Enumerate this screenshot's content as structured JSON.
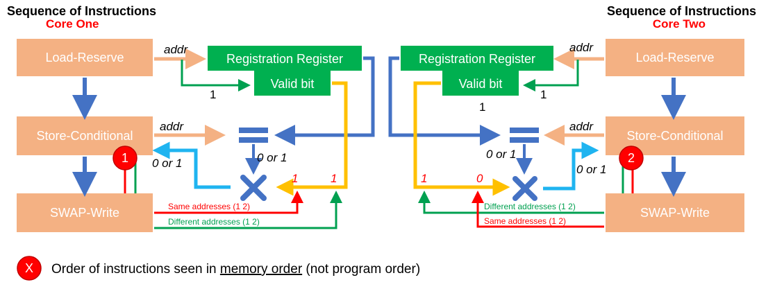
{
  "core_one": {
    "heading": "Sequence of Instructions",
    "core_label": "Core One",
    "load_reserve": "Load-Reserve",
    "store_conditional": "Store-Conditional",
    "swap_write": "SWAP-Write",
    "registration_register": "Registration Register",
    "valid_bit": "Valid bit",
    "addr_top": "addr",
    "addr_mid": "addr",
    "one_label": "1",
    "zero_or_one_a": "0 or 1",
    "zero_or_one_b": "0 or 1",
    "red_in": "1",
    "yellow_in": "1",
    "order_badge": "1",
    "same_addresses": "Same addresses (1 2)",
    "different_addresses": "Different addresses (1 2)"
  },
  "core_two": {
    "heading": "Sequence of Instructions",
    "core_label": "Core Two",
    "load_reserve": "Load-Reserve",
    "store_conditional": "Store-Conditional",
    "swap_write": "SWAP-Write",
    "registration_register": "Registration Register",
    "valid_bit": "Valid bit",
    "addr_top": "addr",
    "addr_mid": "addr",
    "one_label_a": "1",
    "one_label_b": "1",
    "zero_or_one_a": "0 or 1",
    "zero_or_one_b": "0 or 1",
    "yellow_in": "1",
    "red_in": "0",
    "order_badge": "2",
    "same_addresses": "Same addresses (1 2)",
    "different_addresses": "Different addresses (1 2)"
  },
  "legend": {
    "badge": "X",
    "text_before": "Order of instructions seen in ",
    "text_underlined": "memory order",
    "text_after": " (not program order)"
  },
  "colors": {
    "box_fill": "#f4b183",
    "register_fill": "#00b050",
    "blue": "#4472c4",
    "salmon": "#f4b183",
    "green": "#00a050",
    "yellow": "#ffc000",
    "red": "#ff0000",
    "cyan": "#1fb4f0"
  }
}
